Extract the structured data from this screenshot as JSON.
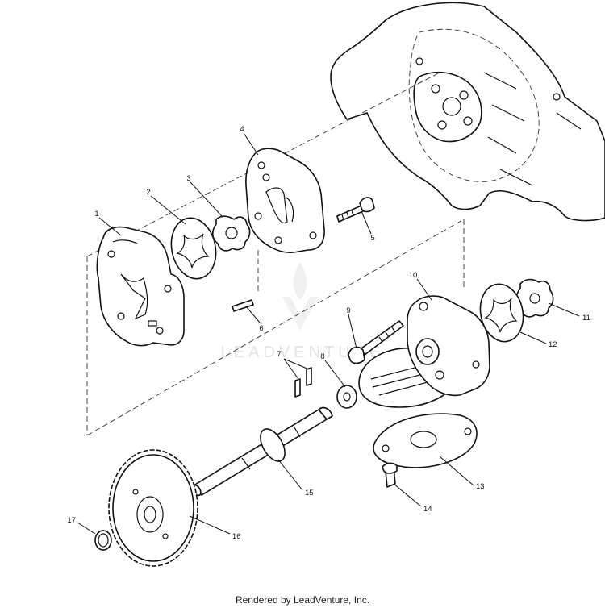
{
  "callouts": [
    {
      "id": "1",
      "label": "1"
    },
    {
      "id": "2",
      "label": "2"
    },
    {
      "id": "3",
      "label": "3"
    },
    {
      "id": "4",
      "label": "4"
    },
    {
      "id": "5",
      "label": "5"
    },
    {
      "id": "6",
      "label": "6"
    },
    {
      "id": "7",
      "label": "7"
    },
    {
      "id": "8",
      "label": "8"
    },
    {
      "id": "9",
      "label": "9"
    },
    {
      "id": "10",
      "label": "10"
    },
    {
      "id": "11",
      "label": "11"
    },
    {
      "id": "12",
      "label": "12"
    },
    {
      "id": "13",
      "label": "13"
    },
    {
      "id": "14",
      "label": "14"
    },
    {
      "id": "15",
      "label": "15"
    },
    {
      "id": "16",
      "label": "16"
    },
    {
      "id": "17",
      "label": "17"
    }
  ],
  "watermark": {
    "text": "LEADVENTURE"
  },
  "footer": {
    "text": "Rendered by LeadVenture, Inc."
  }
}
